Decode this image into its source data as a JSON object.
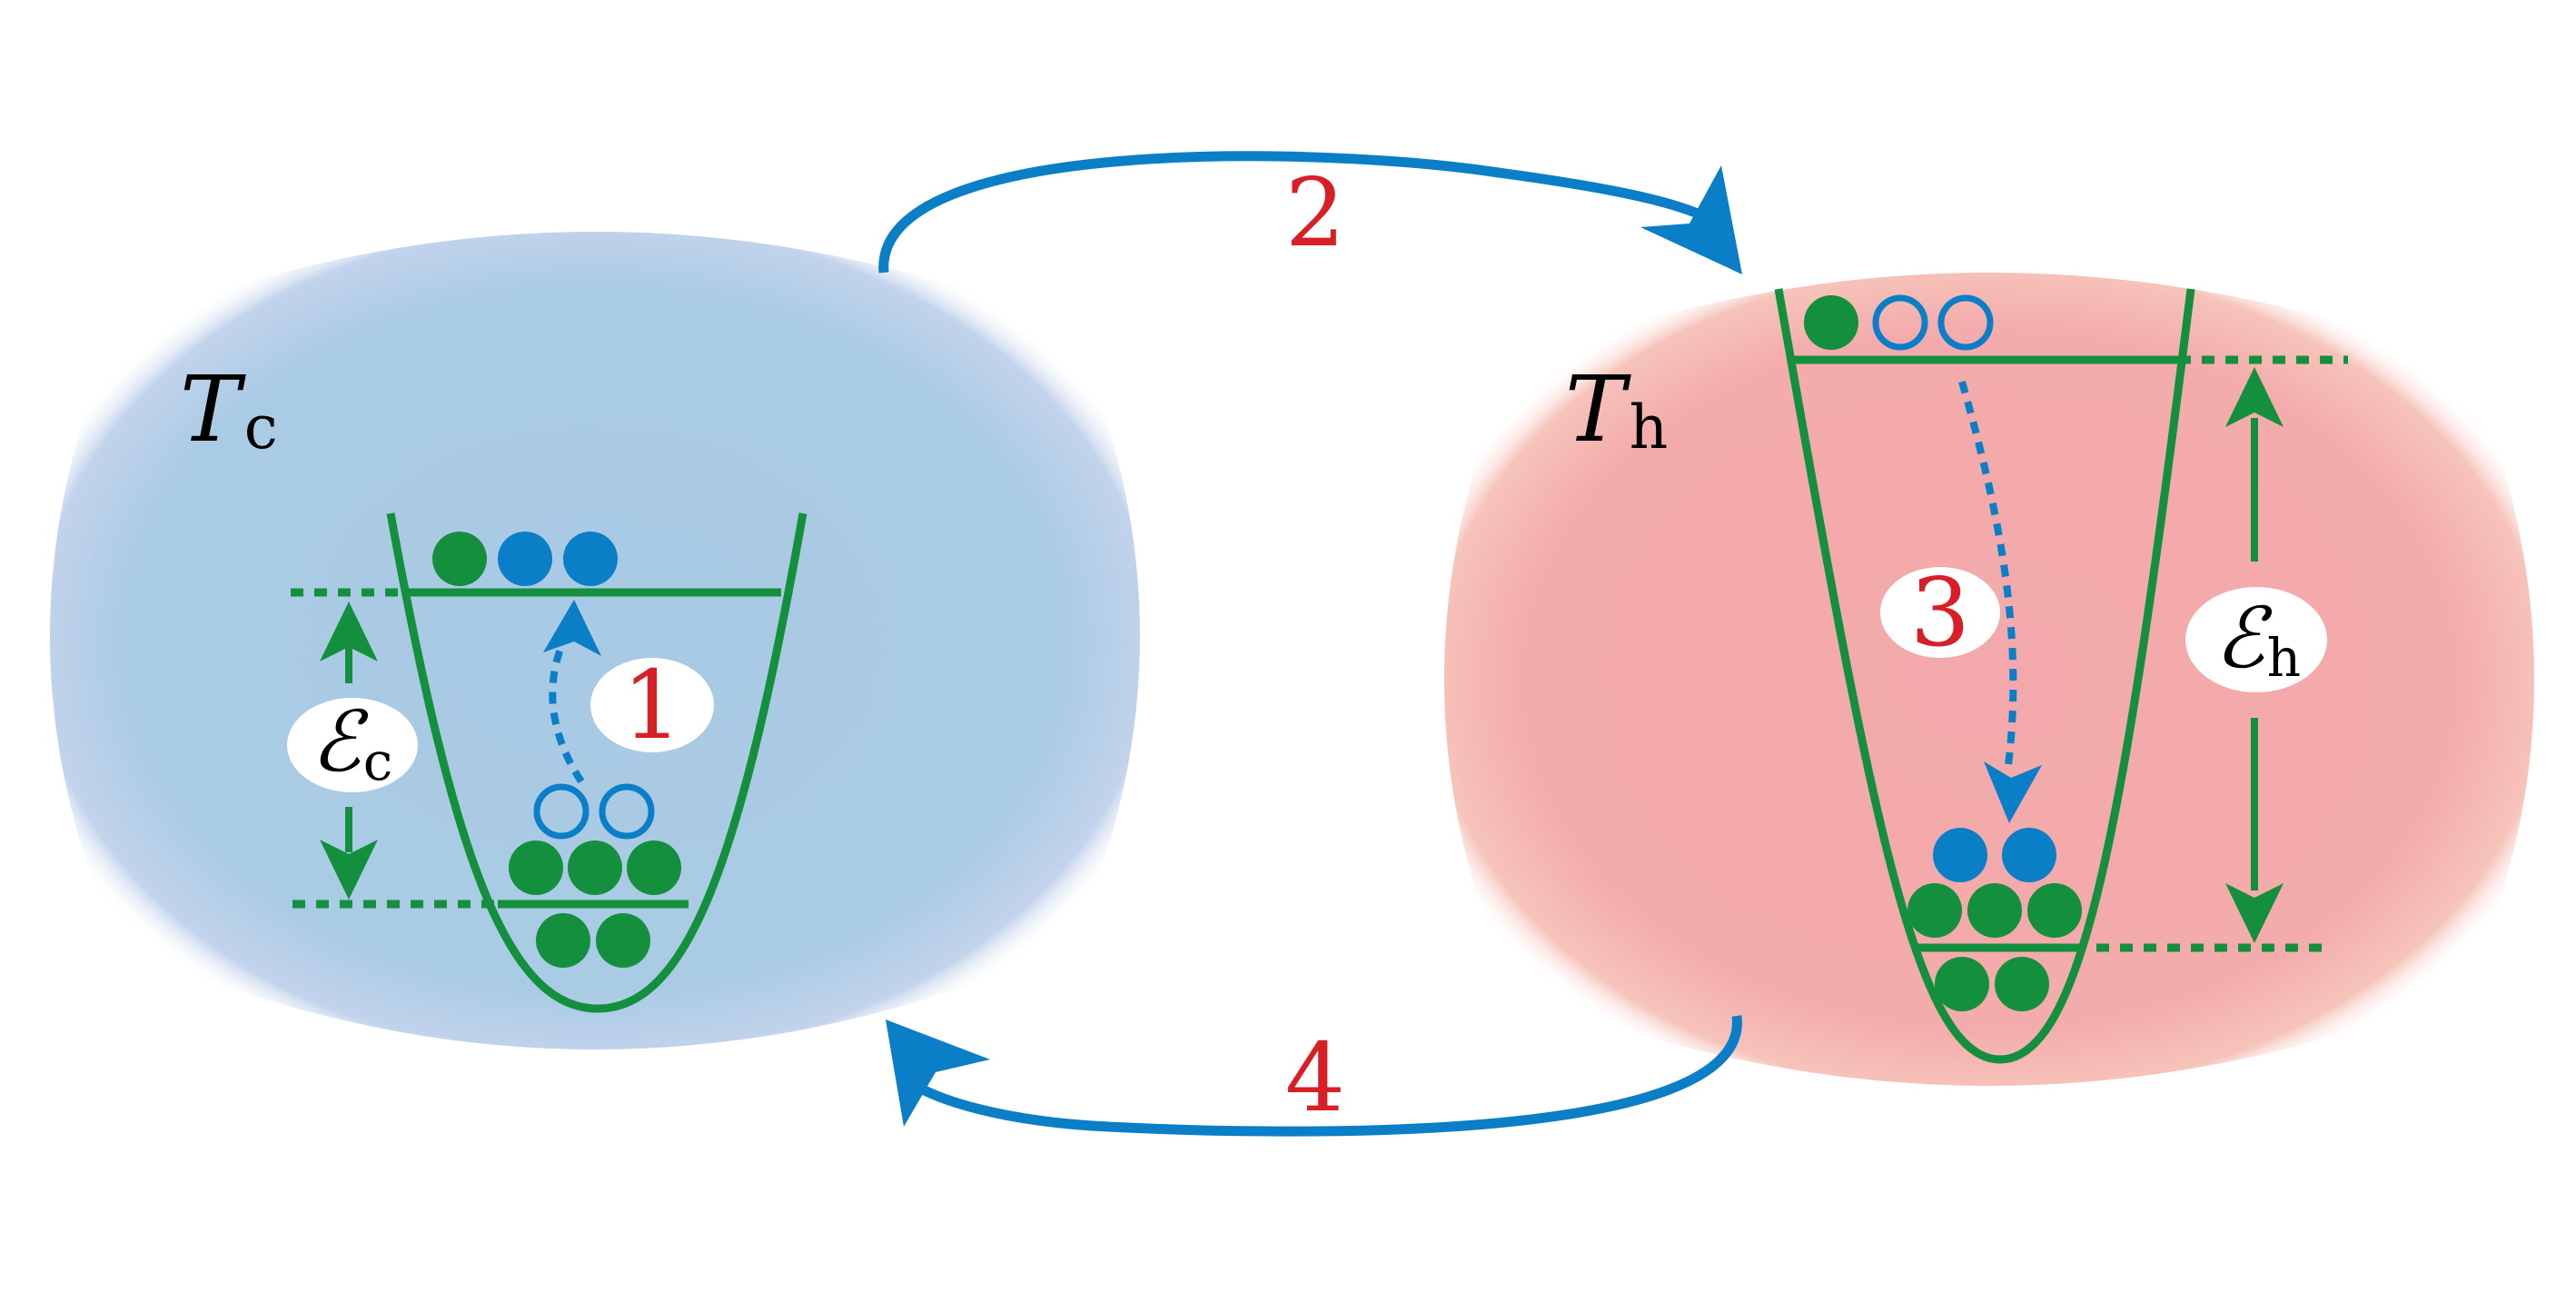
{
  "diagram": {
    "cold_bath": {
      "label": "T",
      "subscript": "c"
    },
    "hot_bath": {
      "label": "T",
      "subscript": "h"
    },
    "cold_gap": {
      "label": "ℰ",
      "subscript": "c"
    },
    "hot_gap": {
      "label": "ℰ",
      "subscript": "h"
    },
    "steps": [
      "1",
      "2",
      "3",
      "4"
    ],
    "colors": {
      "cold_bath": "#a9cae4",
      "hot_bath": "#f3a9ab",
      "trap": "#138f3d",
      "particle_green": "#138f3d",
      "particle_blue": "#0b7ec8",
      "arrow": "#0b7ec8",
      "step_label": "#d81f26"
    }
  }
}
